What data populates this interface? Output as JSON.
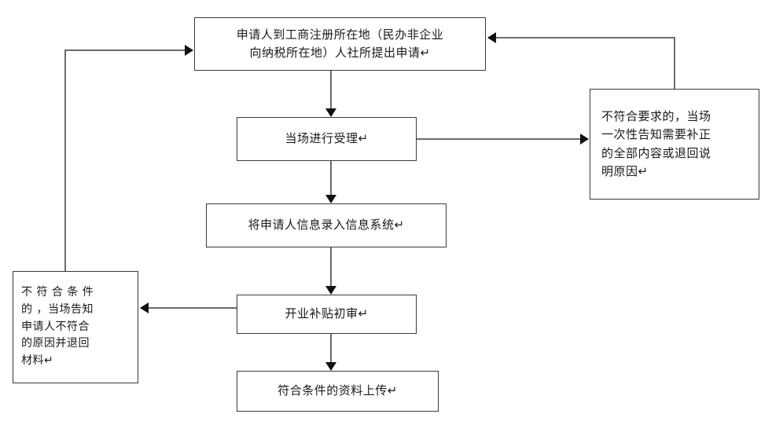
{
  "diagram": {
    "title": "",
    "type": "flowchart",
    "orientation": "top-to-bottom",
    "colors": {
      "node_border": "#3a3a3a",
      "node_fill": "#ffffff",
      "connector": "#6b6b6b",
      "arrowhead": "#111111",
      "text": "#1a1a1a",
      "background": "#ffffff"
    },
    "nodes": [
      {
        "id": "apply",
        "label": "申请人到工商注册所在地（民办非企业\n向纳税所在地）人社所提出申请↵",
        "shape": "rectangle"
      },
      {
        "id": "accept",
        "label": "当场进行受理↵",
        "shape": "rectangle"
      },
      {
        "id": "entry",
        "label": "将申请人信息录入信息系统↵",
        "shape": "rectangle"
      },
      {
        "id": "review",
        "label": "开业补贴初审↵",
        "shape": "rectangle"
      },
      {
        "id": "upload",
        "label": "符合条件的资料上传↵",
        "shape": "rectangle"
      },
      {
        "id": "nonconform",
        "label": "不符合要求的，当场\n一次性告知需要补正\n的全部内容或退回说\n明原因↵",
        "shape": "rectangle"
      },
      {
        "id": "reject",
        "label": "不 符 合 条 件\n的 ，当场告知\n申请人不符合\n的原因并退回\n材料↵",
        "shape": "rectangle"
      }
    ],
    "edges": [
      {
        "id": "apply-to-accept",
        "from": "apply",
        "to": "accept",
        "label": "",
        "style": "straight-down"
      },
      {
        "id": "accept-to-entry",
        "from": "accept",
        "to": "entry",
        "label": "",
        "style": "straight-down"
      },
      {
        "id": "entry-to-review",
        "from": "entry",
        "to": "review",
        "label": "",
        "style": "straight-down"
      },
      {
        "id": "review-to-upload",
        "from": "review",
        "to": "upload",
        "label": "",
        "style": "straight-down"
      },
      {
        "id": "accept-to-nonconform",
        "from": "accept",
        "to": "nonconform",
        "label": "",
        "style": "straight-right"
      },
      {
        "id": "nonconform-to-apply",
        "from": "nonconform",
        "to": "apply",
        "label": "",
        "style": "elbow-up-left"
      },
      {
        "id": "review-to-reject",
        "from": "review",
        "to": "reject",
        "label": "",
        "style": "straight-left"
      },
      {
        "id": "reject-to-apply",
        "from": "reject",
        "to": "apply",
        "label": "",
        "style": "elbow-up-right"
      }
    ]
  }
}
